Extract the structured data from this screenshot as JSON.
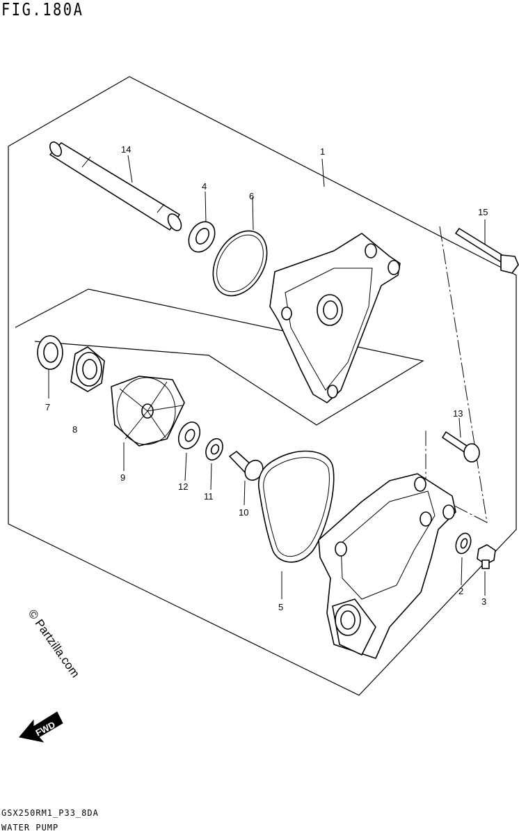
{
  "figure": {
    "title": "FIG.180A",
    "footer_code": "GSX250RM1_P33_8DA",
    "footer_name": "WATER PUMP"
  },
  "watermark": "© Partzilla.com",
  "fwd_arrow_label": "FWD",
  "callouts": {
    "c1": "1",
    "c2": "2",
    "c3": "3",
    "c4": "4",
    "c5": "5",
    "c6": "6",
    "c7": "7",
    "c8": "8",
    "c9": "9",
    "c10": "10",
    "c11": "11",
    "c12": "12",
    "c13": "13",
    "c14": "14",
    "c15": "15"
  }
}
